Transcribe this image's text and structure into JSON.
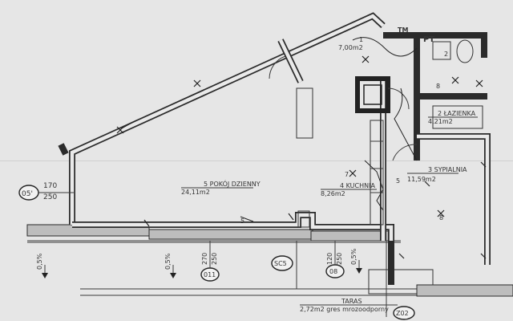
{
  "rooms": {
    "pokoj_dzienny": {
      "label": "5 POKÓJ DZIENNY",
      "area": "24,11m2"
    },
    "kuchnia": {
      "label": "4 KUCHNIA",
      "area": "8,26m2"
    },
    "sypialnia": {
      "label": "3 SYPIALNIA",
      "area": "11,59m2"
    },
    "lazienka": {
      "label": "2 ŁAZIENKA",
      "area": "4,21m2"
    },
    "hall": {
      "label": "1",
      "area": "7,00m2"
    },
    "taras": {
      "label": "TARAS",
      "area": "2,72m2 gres mrozoodporny"
    }
  },
  "window_tags": [
    {
      "id": "05'",
      "top": "170",
      "bottom": "250"
    },
    {
      "id": "011",
      "top": "270",
      "bottom": "250"
    },
    {
      "id": "08",
      "top": "120",
      "bottom": "250"
    },
    {
      "id": "SC5",
      "top": "",
      "bottom": ""
    },
    {
      "id": "Z02",
      "top": "",
      "bottom": ""
    }
  ],
  "slopes": [
    "0,5%",
    "0,5%",
    "0,5%"
  ],
  "symbol_numbers": [
    "7",
    "8",
    "8",
    "5",
    "5",
    "2"
  ],
  "header_marks": {
    "tm": "TM",
    "pt": "PT"
  }
}
